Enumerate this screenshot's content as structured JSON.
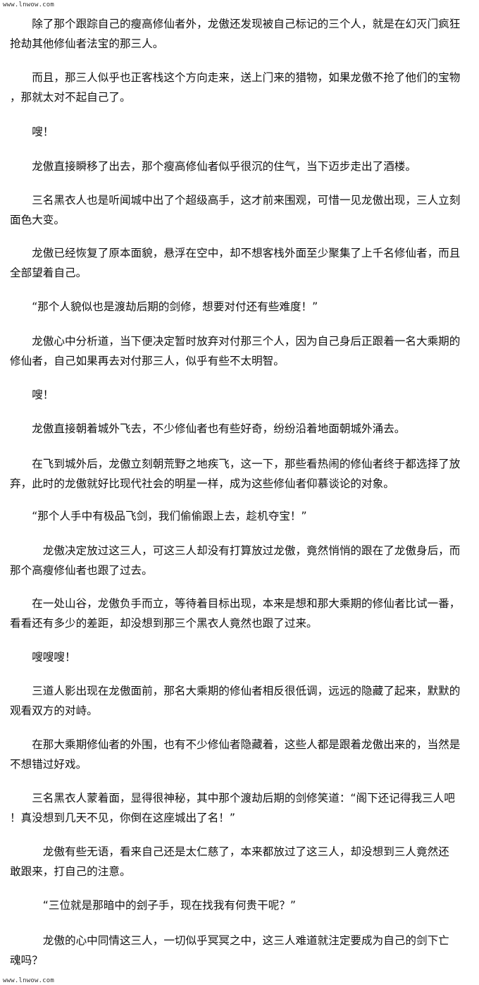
{
  "watermark": {
    "top": "www.lnwow.com",
    "bottom": "www.lnwow.com"
  },
  "paragraphs": [
    {
      "lines": [
        "　　除了那个跟踪自己的瘦高修仙者外，龙傲还发现被自己标记的三个人，就是在幻灭门疯狂",
        "抢劫其他修仙者法宝的那三人。"
      ]
    },
    {
      "lines": [
        "　　而且，那三人似乎也正客栈这个方向走来，送上门来的猎物，如果龙傲不抢了他们的宝物",
        "，那就太对不起自己了。"
      ]
    },
    {
      "lines": [
        "　　嗖！"
      ]
    },
    {
      "lines": [
        "　　龙傲直接瞬移了出去，那个瘦高修仙者似乎很沉的住气，当下迈步走出了酒楼。"
      ]
    },
    {
      "lines": [
        "　　三名黑衣人也是听闻城中出了个超级高手，这才前来围观，可惜一见龙傲出现，三人立刻",
        "面色大变。"
      ]
    },
    {
      "lines": [
        "　　龙傲已经恢复了原本面貌，悬浮在空中，却不想客栈外面至少聚集了上千名修仙者，而且",
        "全部望着自己。"
      ]
    },
    {
      "lines": [
        "　　“那个人貌似也是渡劫后期的剑修，想要对付还有些难度！”"
      ]
    },
    {
      "lines": [
        "　　龙傲心中分析道，当下便决定暂时放弃对付那三个人，因为自己身后正跟着一名大乘期的",
        "修仙者，自己如果再去对付那三人，似乎有些不太明智。"
      ]
    },
    {
      "lines": [
        "　　嗖！"
      ]
    },
    {
      "lines": [
        "　　龙傲直接朝着城外飞去，不少修仙者也有些好奇，纷纷沿着地面朝城外涌去。"
      ]
    },
    {
      "lines": [
        "　　在飞到城外后，龙傲立刻朝荒野之地疾飞，这一下，那些看热闹的修仙者终于都选择了放",
        "弃，此时的龙傲就好比现代社会的明星一样，成为这些修仙者仰慕谈论的对象。"
      ]
    },
    {
      "lines": [
        "　　“那个人手中有极品飞剑，我们偷偷跟上去，趁机夺宝！”"
      ]
    },
    {
      "lines": [
        "　　　龙傲决定放过这三人，可这三人却没有打算放过龙傲，竟然悄悄的跟在了龙傲身后，而",
        "那个高瘦修仙者也跟了过去。"
      ]
    },
    {
      "lines": [
        "　　在一处山谷，龙傲负手而立，等待着目标出现，本来是想和那大乘期的修仙者比试一番，",
        "看看还有多少的差距，却没想到那三个黑衣人竟然也跟了过来。"
      ]
    },
    {
      "lines": [
        "　　嗖嗖嗖！"
      ]
    },
    {
      "lines": [
        "　　三道人影出现在龙傲面前，那名大乘期的修仙者相反很低调，远远的隐藏了起来，默默的",
        "观看双方的对峙。"
      ]
    },
    {
      "lines": [
        "　　在那大乘期修仙者的外围，也有不少修仙者隐藏着，这些人都是跟着龙傲出来的，当然是",
        "不想错过好戏。"
      ]
    },
    {
      "lines": [
        "　　三名黑衣人蒙着面，显得很神秘，其中那个渡劫后期的剑修笑道：“阁下还记得我三人吧",
        "！真没想到几天不见，你倒在这座城出了名！”"
      ]
    },
    {
      "lines": [
        "　　　龙傲有些无语，看来自己还是太仁慈了，本来都放过了这三人，却没想到三人竟然还",
        "敢跟来，打自己的注意。"
      ]
    },
    {
      "lines": [
        "　　　“三位就是那暗中的刽子手，现在找我有何贵干呢？”"
      ]
    },
    {
      "lines": [
        "　　　龙傲的心中同情这三人，一切似乎冥冥之中，这三人难道就注定要成为自己的剑下亡",
        "魂吗？"
      ]
    }
  ]
}
